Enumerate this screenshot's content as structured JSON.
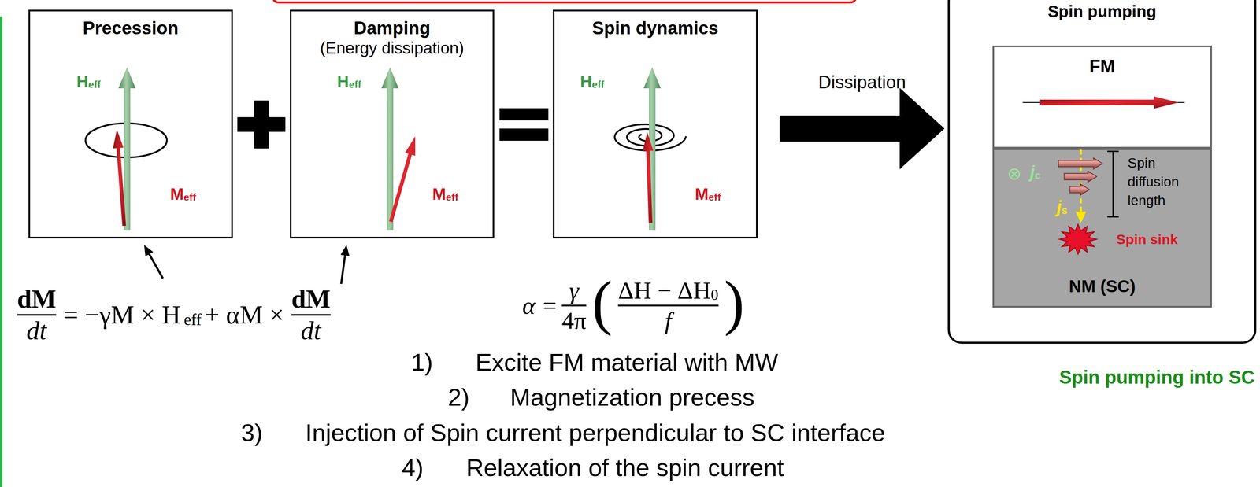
{
  "diagram": {
    "nodes": [
      {
        "text": [
          "Precession"
        ]
      },
      {
        "text": [
          "Damping",
          "(Energy dissipation)"
        ]
      },
      {
        "text": [
          "Spin dynamics"
        ]
      },
      {
        "text": [
          "Spin pumping"
        ]
      },
      {
        "text": [
          "FM"
        ],
        "in": 3
      },
      {
        "text": [
          "NM (SC)"
        ],
        "in": 3
      }
    ],
    "edges": [
      {
        "from": 2,
        "to": 3,
        "arrow": "to",
        "label": "Dissipation"
      }
    ],
    "labels": [
      "H",
      "eff",
      "M",
      "eff",
      "H",
      "eff",
      "M",
      "eff",
      "H",
      "eff",
      "M",
      "eff",
      "⊗",
      "j",
      "c",
      "Spin diffusion length",
      "j",
      "s",
      "Spin sink",
      "dM",
      "dt",
      "= −γM × H",
      "eff",
      "+ αM ×",
      "dM",
      "dt",
      "α =",
      "γ",
      "4π",
      "(",
      "ΔH − ΔH",
      "0",
      "f",
      ")",
      "Spin pumping into SC",
      "1)",
      "Excite FM material with MW",
      "2)",
      "Magnetization precess",
      "3)",
      "Injection of Spin current perpendicular to SC interface",
      "4)",
      "Relaxation of the spin current"
    ]
  }
}
